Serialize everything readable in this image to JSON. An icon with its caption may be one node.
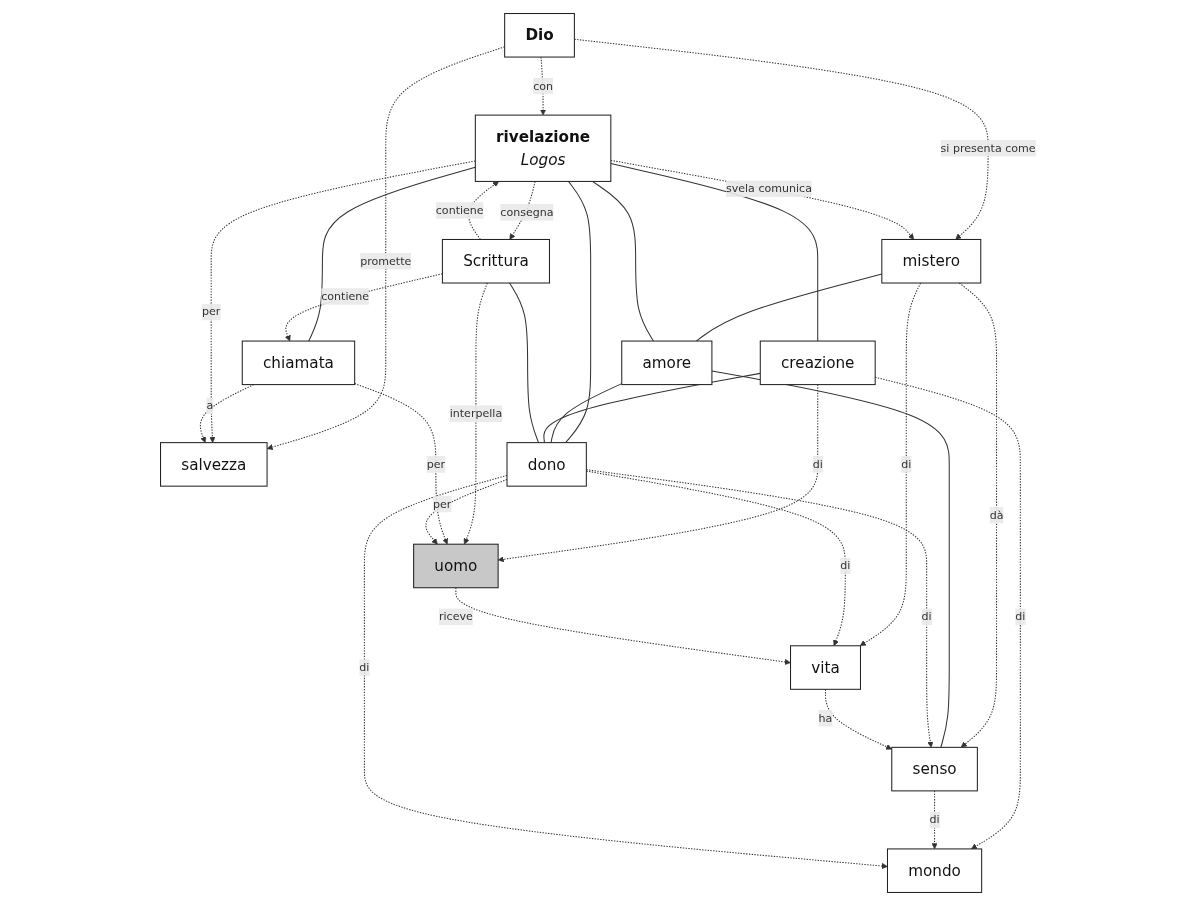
{
  "diagram": {
    "nodes": [
      {
        "text": [
          "Dio"
        ]
      },
      {
        "text": [
          "salvezza"
        ]
      },
      {
        "text": [
          "mistero"
        ]
      },
      {
        "text": [
          "rivelazione",
          "Logos"
        ]
      },
      {
        "text": [
          "chiamata"
        ]
      },
      {
        "text": [
          "amore"
        ]
      },
      {
        "text": [
          "creazione"
        ]
      },
      {
        "text": [
          "Scrittura"
        ]
      },
      {
        "text": [
          "senso"
        ]
      },
      {
        "text": [
          "mondo"
        ]
      },
      {
        "text": [
          "vita"
        ]
      },
      {
        "text": [
          "dono"
        ]
      },
      {
        "text": [
          "uomo"
        ]
      }
    ],
    "edges": [
      {
        "from": 0,
        "to": 2,
        "arrow": "to",
        "label": "si presenta come",
        "style": "dashed"
      },
      {
        "from": 0,
        "to": 3,
        "arrow": "to",
        "label": "con",
        "style": "dashed"
      },
      {
        "from": 0,
        "to": 1,
        "arrow": "to",
        "label": "promette",
        "style": "dashed"
      },
      {
        "from": 3,
        "to": 2,
        "arrow": "to",
        "label": "svela comunica",
        "style": "dashed"
      },
      {
        "from": 3,
        "to": 1,
        "arrow": "to",
        "label": "per",
        "style": "dashed"
      },
      {
        "from": 3,
        "to": 4,
        "arrow": "none"
      },
      {
        "from": 4,
        "to": 1,
        "arrow": "to",
        "label": "a",
        "style": "dashed"
      },
      {
        "from": 3,
        "to": 7,
        "arrow": "to",
        "label": "consegna",
        "style": "dashed"
      },
      {
        "from": 7,
        "to": 3,
        "arrow": "to",
        "label": "contiene",
        "style": "dashed"
      },
      {
        "from": 7,
        "to": 4,
        "arrow": "to",
        "label": "contiene",
        "style": "dashed"
      },
      {
        "from": 2,
        "to": 5,
        "arrow": "none"
      },
      {
        "from": 3,
        "to": 5,
        "arrow": "none"
      },
      {
        "from": 2,
        "to": 8,
        "arrow": "to",
        "label": "dà",
        "style": "dashed"
      },
      {
        "from": 2,
        "to": 10,
        "arrow": "to",
        "label": "di",
        "style": "dashed"
      },
      {
        "from": 3,
        "to": 11,
        "arrow": "none"
      },
      {
        "from": 3,
        "to": 6,
        "arrow": "none"
      },
      {
        "from": 5,
        "to": 8,
        "arrow": "none"
      },
      {
        "from": 5,
        "to": 11,
        "arrow": "none"
      },
      {
        "from": 6,
        "to": 11,
        "arrow": "none"
      },
      {
        "from": 6,
        "to": 9,
        "arrow": "to",
        "label": "di",
        "style": "dashed"
      },
      {
        "from": 6,
        "to": 12,
        "arrow": "to",
        "label": "di",
        "style": "dashed"
      },
      {
        "from": 8,
        "to": 9,
        "arrow": "to",
        "label": "di",
        "style": "dashed"
      },
      {
        "from": 11,
        "to": 8,
        "arrow": "to",
        "label": "di",
        "style": "dashed"
      },
      {
        "from": 11,
        "to": 9,
        "arrow": "to",
        "label": "di",
        "style": "dashed"
      },
      {
        "from": 7,
        "to": 11,
        "arrow": "none"
      },
      {
        "from": 7,
        "to": 12,
        "arrow": "to",
        "label": "interpella",
        "style": "dashed"
      },
      {
        "from": 4,
        "to": 12,
        "arrow": "to",
        "label": "per",
        "style": "dashed"
      },
      {
        "from": 10,
        "to": 8,
        "arrow": "to",
        "label": "ha",
        "style": "dashed"
      },
      {
        "from": 11,
        "to": 10,
        "arrow": "to",
        "label": "di",
        "style": "dashed"
      },
      {
        "from": 11,
        "to": 12,
        "arrow": "to",
        "label": "per",
        "style": "dashed"
      },
      {
        "from": 12,
        "to": 10,
        "arrow": "to",
        "label": "riceve",
        "style": "dashed"
      }
    ]
  }
}
